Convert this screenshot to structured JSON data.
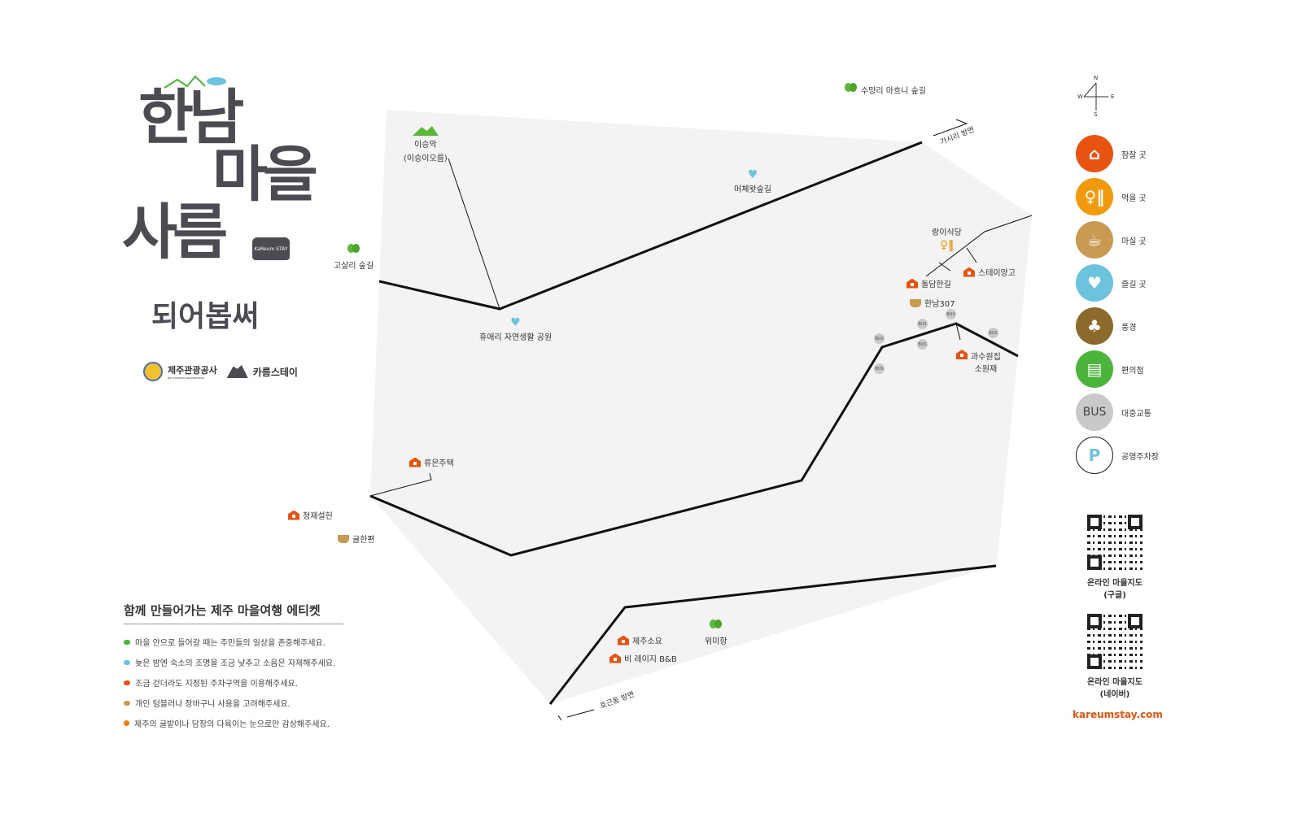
{
  "logo": {
    "title_line1": "한남",
    "title_line2": "마을",
    "title_line3": "사름",
    "subtitle": "되어봅써",
    "badge": "KaReum STAY",
    "partner1": "제주관광공사",
    "partner1_en": "JEJU TOURISM ORGANIZATION",
    "partner2": "카름스테이"
  },
  "compass": {
    "n": "N",
    "s": "S",
    "e": "E",
    "w": "W"
  },
  "legend": [
    {
      "label": "잠잘 곳",
      "icon": "house-icon",
      "color": "#e8540f"
    },
    {
      "label": "먹을 곳",
      "icon": "fork-spoon-icon",
      "color": "#f29a0b"
    },
    {
      "label": "마실 곳",
      "icon": "cup-icon",
      "color": "#c99a51"
    },
    {
      "label": "즐길 곳",
      "icon": "heart-icon",
      "color": "#6cc3de"
    },
    {
      "label": "풍경",
      "icon": "tree-icon",
      "color": "#8b6a2b"
    },
    {
      "label": "편의점",
      "icon": "store-icon",
      "color": "#4ab53a"
    },
    {
      "label": "대중교통",
      "icon": "bus-icon",
      "color": "#c9c9c9",
      "text": "BUS"
    },
    {
      "label": "공영주차장",
      "icon": "parking-icon",
      "color": "#ffffff",
      "text": "P"
    }
  ],
  "places": {
    "suman": "수망리 마흐니 숲길",
    "iseung": "이승악",
    "iseung_sub": "(이승이오름)",
    "mechet": "머체왓숲길",
    "gosal": "고살리 숲길",
    "hyuae": "휴애리 자연생활 공원",
    "rangi": "랑이식당",
    "stay_mango": "스테이망고",
    "doldam": "돌담한길",
    "hannam307": "한남307",
    "gwasu": "과수원집",
    "sowon": "소원재",
    "ryueun": "류은주택",
    "cheongjae": "청재설헌",
    "gyulhan": "귤한편",
    "jeju_soyo": "제주소요",
    "lazy": "비 레이지 B&B",
    "wimi": "위미항",
    "bus": "BUS"
  },
  "directions": {
    "gasiri": "가시리 방면",
    "hogeun": "호근동 방면"
  },
  "etiquette": {
    "title": "함께 만들어가는 제주 마을여행 에티켓",
    "items": [
      "마을 안으로 들어갈 때는 주민들의 일상을 존중해주세요.",
      "늦은 밤엔 숙소의 조명을 조금 낮추고 소음은 자제해주세요.",
      "조금 걷더라도 지정된 주차구역을 이용해주세요.",
      "개인 텀블러나 장바구니 사용을 고려해주세요.",
      "제주의 귤밭이나 담장의 다육이는 눈으로만 감상해주세요."
    ]
  },
  "qr": [
    {
      "label": "온라인 마을지도",
      "sub": "(구글)"
    },
    {
      "label": "온라인 마을지도",
      "sub": "(네이버)"
    }
  ],
  "website": "kareumstay.com"
}
